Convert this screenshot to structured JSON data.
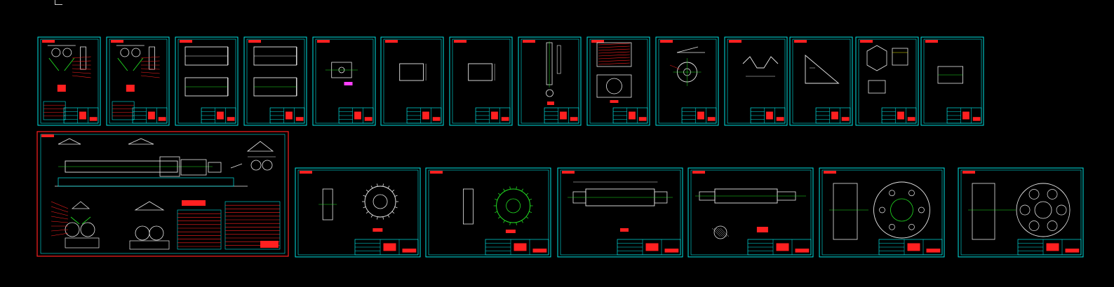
{
  "app": {
    "background": "#000000",
    "colors": {
      "frame": "#00e5e5",
      "red": "#ff2020",
      "white": "#e8e8e8",
      "green": "#22dd22",
      "yellow": "#e6e600",
      "magenta": "#ff40ff"
    }
  },
  "sheets": [
    {
      "kind": "assembly-front"
    },
    {
      "kind": "assembly-front"
    },
    {
      "kind": "box-double"
    },
    {
      "kind": "box-double"
    },
    {
      "kind": "part-small"
    },
    {
      "kind": "rect-plate"
    },
    {
      "kind": "rect-plate"
    },
    {
      "kind": "shaft-vertical"
    },
    {
      "kind": "hatched-plate"
    },
    {
      "kind": "flange-top"
    },
    {
      "kind": "bracket"
    },
    {
      "kind": "triangle-plate"
    },
    {
      "kind": "cross-section"
    },
    {
      "kind": "small-block"
    },
    {
      "kind": "gear-hub"
    },
    {
      "kind": "gear-green"
    },
    {
      "kind": "long-shaft"
    },
    {
      "kind": "long-shaft-section"
    },
    {
      "kind": "flange-disc"
    },
    {
      "kind": "flange-disc-2"
    }
  ],
  "main_assembly": {
    "kind": "general-assembly",
    "highlighted": true
  }
}
